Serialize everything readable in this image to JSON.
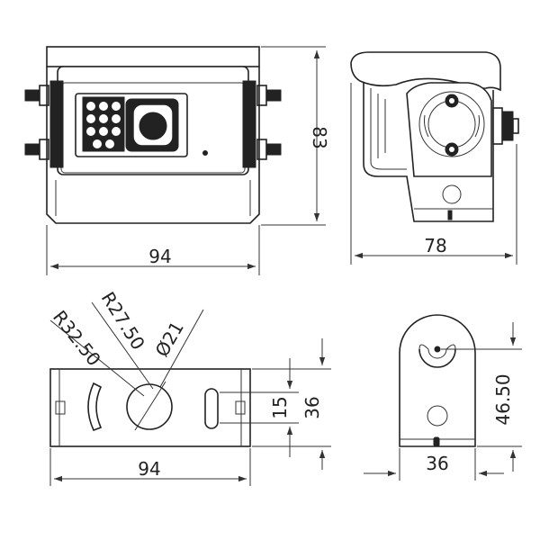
{
  "front_view": {
    "width_label": "94",
    "height_label": "83"
  },
  "side_view": {
    "depth_label": "78"
  },
  "bracket_top_view": {
    "width_label": "94",
    "height_label": "36",
    "slot_label": "15",
    "radius_outer_label": "R32.50",
    "radius_inner_label": "R27.50",
    "hole_diameter_label": "Ø21"
  },
  "bracket_side_view": {
    "base_label": "36",
    "height_label": "46.50"
  }
}
